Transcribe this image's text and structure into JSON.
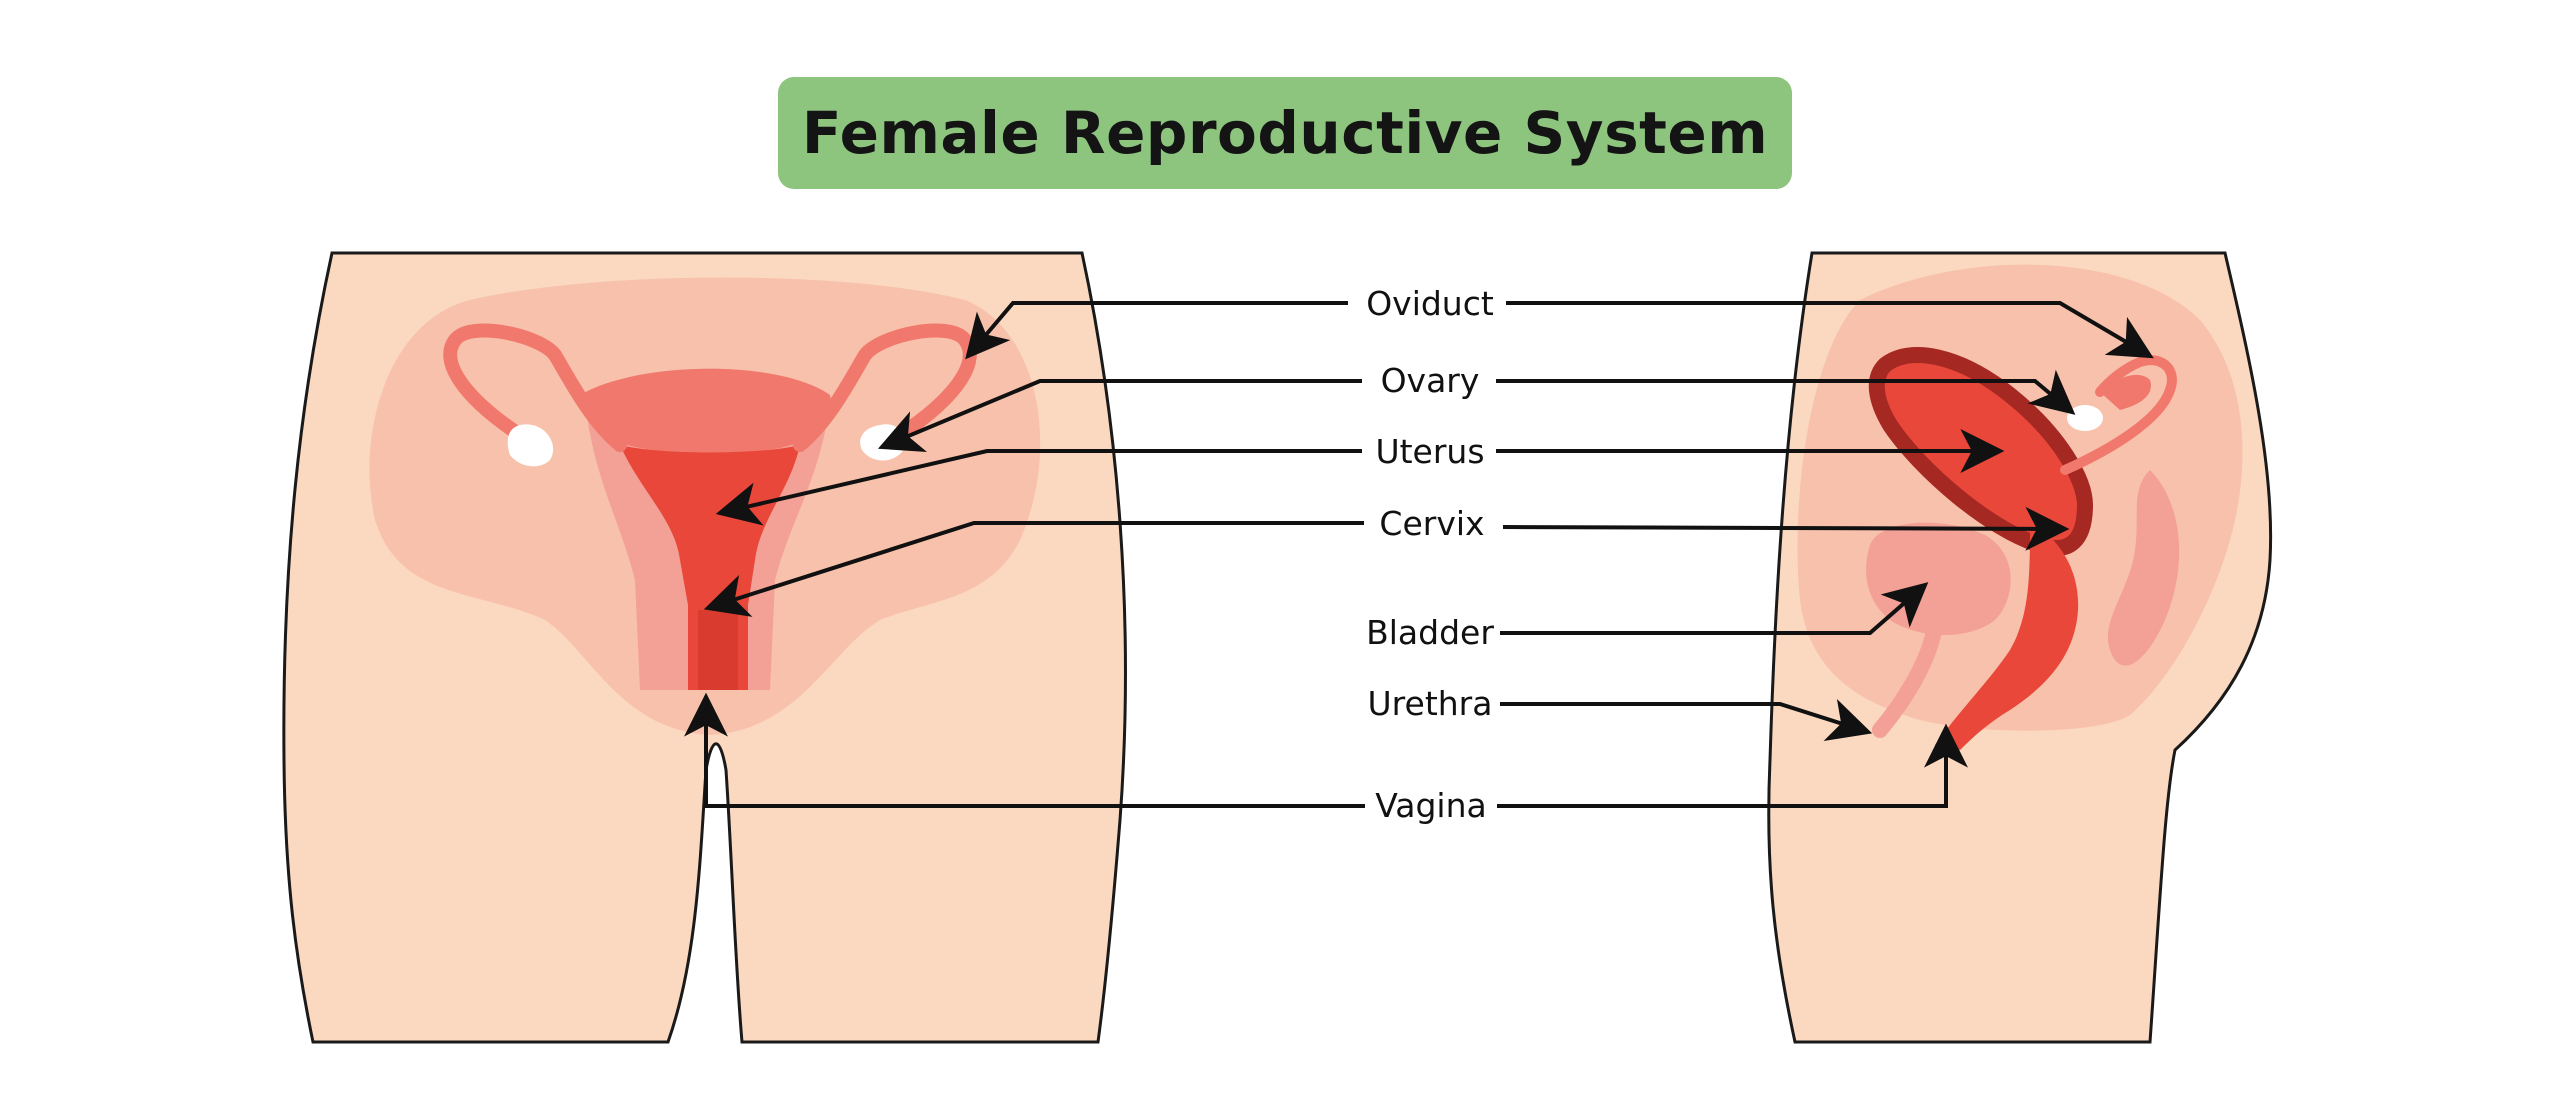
{
  "title": "Female Reproductive System",
  "labels": {
    "oviduct": "Oviduct",
    "ovary": "Ovary",
    "uterus": "Uterus",
    "cervix": "Cervix",
    "bladder": "Bladder",
    "urethra": "Urethra",
    "vagina": "Vagina"
  },
  "colors": {
    "title_bg": "#8dc57f",
    "skin": "#fbd8c0",
    "pelvis_tint": "#f8c1ab",
    "uterus": "#e8473a",
    "uterus_light": "#f0786c",
    "uterus_pale": "#f3a096",
    "ovary": "#ffffff",
    "outline": "#1a1a1a"
  }
}
